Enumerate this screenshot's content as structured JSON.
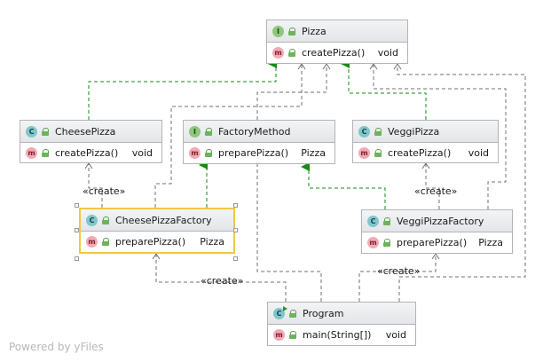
{
  "nodes": {
    "pizza": {
      "kind": "I",
      "name": "Pizza",
      "members": [
        {
          "kind": "m",
          "name": "createPizza()",
          "type": "void"
        }
      ]
    },
    "cheese_pizza": {
      "kind": "C",
      "name": "CheesePizza",
      "members": [
        {
          "kind": "m",
          "name": "createPizza()",
          "type": "void"
        }
      ]
    },
    "factory_method": {
      "kind": "I",
      "name": "FactoryMethod",
      "members": [
        {
          "kind": "m",
          "name": "preparePizza()",
          "type": "Pizza"
        }
      ]
    },
    "veggi_pizza": {
      "kind": "C",
      "name": "VeggiPizza",
      "members": [
        {
          "kind": "m",
          "name": "createPizza()",
          "type": "void"
        }
      ]
    },
    "cheese_pizza_factory": {
      "kind": "C",
      "name": "CheesePizzaFactory",
      "members": [
        {
          "kind": "m",
          "name": "preparePizza()",
          "type": "Pizza"
        }
      ]
    },
    "veggi_pizza_factory": {
      "kind": "C",
      "name": "VeggiPizzaFactory",
      "members": [
        {
          "kind": "m",
          "name": "preparePizza()",
          "type": "Pizza"
        }
      ]
    },
    "program": {
      "kind": "C",
      "name": "Program",
      "members": [
        {
          "kind": "m",
          "name": "main(String[])",
          "type": "void"
        }
      ]
    }
  },
  "labels": {
    "create_cheese": "«create»",
    "create_veggi": "«create»",
    "create_program_cheese": "«create»",
    "create_program_veggi": "«create»"
  },
  "watermark": "Powered by yFiles",
  "colors": {
    "implements": "#168a16",
    "dependency": "#707070",
    "selection": "#f2c644"
  }
}
